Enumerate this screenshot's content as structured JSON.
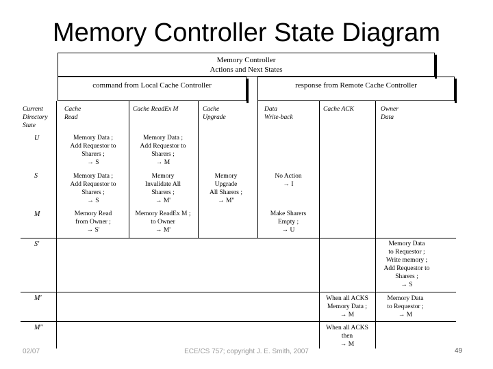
{
  "title": "Memory Controller State Diagram",
  "header": {
    "main_line1": "Memory Controller",
    "main_line2": "Actions and Next States",
    "local_group": "command from Local Cache Controller",
    "remote_group": "response from Remote Cache Controller"
  },
  "columns": {
    "state": [
      "Current",
      "Directory",
      "State"
    ],
    "cache_read": [
      "Cache",
      "Read"
    ],
    "cache_readex": [
      "Cache ReadEx M"
    ],
    "cache_upgrade": [
      "Cache",
      "Upgrade"
    ],
    "data_writeback": [
      "Data",
      "Write-back"
    ],
    "cache_ack": [
      "Cache ACK"
    ],
    "owner_data": [
      "Owner",
      "Data"
    ]
  },
  "rows": {
    "U": {
      "label": "U",
      "cache_read": [
        "Memory Data ;",
        "Add Requestor to",
        "Sharers ;",
        "→ S"
      ],
      "cache_readex": [
        "Memory Data ;",
        "Add Requestor to",
        "Sharers ;",
        "→ M"
      ]
    },
    "S": {
      "label": "S",
      "cache_read": [
        "Memory Data ;",
        "Add Requestor to",
        "Sharers ;",
        "→ S"
      ],
      "cache_readex": [
        "Memory",
        "Invalidate All",
        "Sharers ;",
        "→ M'"
      ],
      "cache_upgrade": [
        "Memory",
        "Upgrade",
        "All Sharers ;",
        "→ M''"
      ],
      "data_writeback": [
        "No Action",
        "→ I"
      ]
    },
    "M": {
      "label": "M",
      "cache_read": [
        "Memory Read",
        "from Owner ;",
        "→ S'"
      ],
      "cache_readex": [
        "Memory ReadEx M ;",
        "to Owner",
        "→ M'"
      ],
      "data_writeback": [
        "Make Sharers",
        "Empty ;",
        "→ U"
      ]
    },
    "S1": {
      "label": "S'",
      "owner_data": [
        "Memory Data",
        "to Requestor ;",
        "Write memory ;",
        "Add Requestor to",
        "Sharers ;",
        "→ S"
      ]
    },
    "M1": {
      "label": "M'",
      "cache_ack": [
        "When all ACKS",
        "Memory Data ;",
        "→ M"
      ],
      "owner_data": [
        "Memory Data",
        "to Requestor ;",
        "→ M"
      ]
    },
    "M2": {
      "label": "M''",
      "cache_ack": [
        "When all ACKS",
        "then",
        "→ M"
      ]
    }
  },
  "footer": {
    "date": "02/07",
    "credit": "ECE/CS 757; copyright J. E. Smith, 2007",
    "page": "49"
  }
}
